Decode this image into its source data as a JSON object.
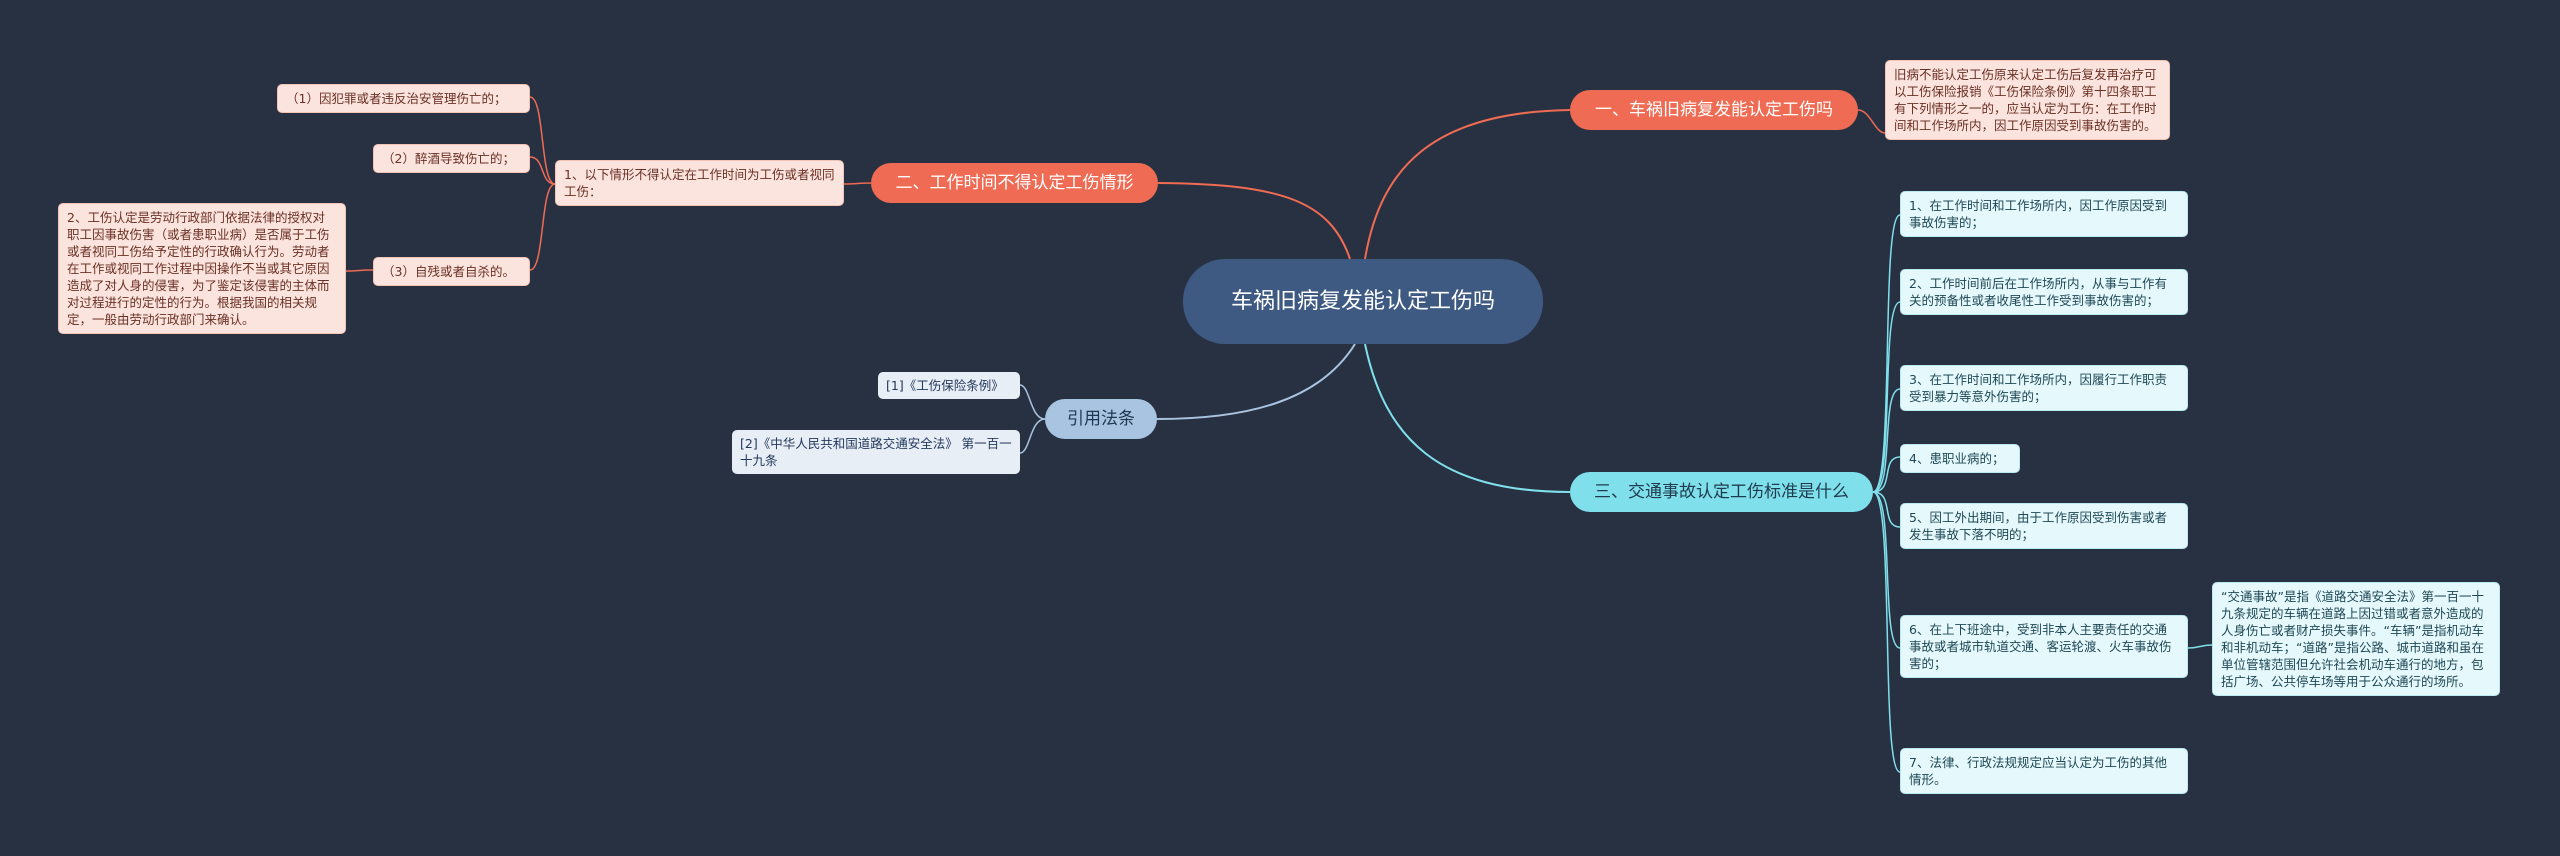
{
  "center": {
    "text": "车祸旧病复发能认定工伤吗"
  },
  "branches": {
    "b1": {
      "label": "一、车祸旧病复发能认定工伤吗"
    },
    "b2": {
      "label": "二、工作时间不得认定工伤情形"
    },
    "b3": {
      "label": "三、交通事故认定工伤标准是什么"
    },
    "b4": {
      "label": "引用法条"
    }
  },
  "leaves": {
    "b1_text": "旧病不能认定工伤原来认定工伤后复发再治疗可以工伤保险报销《工伤保险条例》第十四条职工有下列情形之一的，应当认定为工伤：在工作时间和工作场所内，因工作原因受到事故伤害的。",
    "b2_sub": "1、以下情形不得认定在工作时间为工伤或者视同工伤：",
    "b2_i1": "（1）因犯罪或者违反治安管理伤亡的；",
    "b2_i2": "（2）醉酒导致伤亡的；",
    "b2_i3": "（3）自残或者自杀的。",
    "b2_note": "2、工伤认定是劳动行政部门依据法律的授权对职工因事故伤害（或者患职业病）是否属于工伤或者视同工伤给予定性的行政确认行为。劳动者在工作或视同工作过程中因操作不当或其它原因造成了对人身的侵害，为了鉴定该侵害的主体而对过程进行的定性的行为。根据我国的相关规定，一般由劳动行政部门来确认。",
    "b3_1": "1、在工作时间和工作场所内，因工作原因受到事故伤害的；",
    "b3_2": "2、工作时间前后在工作场所内，从事与工作有关的预备性或者收尾性工作受到事故伤害的；",
    "b3_3": "3、在工作时间和工作场所内，因履行工作职责受到暴力等意外伤害的；",
    "b3_4": "4、患职业病的；",
    "b3_5": "5、因工外出期间，由于工作原因受到伤害或者发生事故下落不明的；",
    "b3_6": "6、在上下班途中，受到非本人主要责任的交通事故或者城市轨道交通、客运轮渡、火车事故伤害的；",
    "b3_6_note": "“交通事故”是指《道路交通安全法》第一百一十九条规定的车辆在道路上因过错或者意外造成的人身伤亡或者财产损失事件。“车辆”是指机动车和非机动车；“道路”是指公路、城市道路和虽在单位管辖范围但允许社会机动车通行的地方，包括广场、公共停车场等用于公众通行的场所。",
    "b3_7": "7、法律、行政法规规定应当认定为工伤的其他情形。",
    "b4_1": "[1]《工伤保险条例》",
    "b4_2": "[2]《中华人民共和国道路交通安全法》 第一百一十九条"
  },
  "colors": {
    "background": "#283142",
    "center": "#3e5a82",
    "red": "#ef6b53",
    "cyan": "#7fe0ec",
    "blue": "#a8c4e0"
  }
}
